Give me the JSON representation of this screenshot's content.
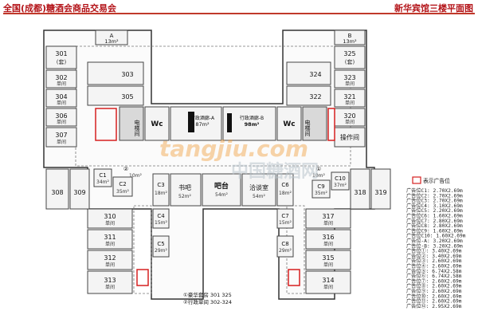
{
  "header": {
    "left_title": "全国(成都)糖酒会商品交易会",
    "right_title": "新华宾馆三楼平面图"
  },
  "colors": {
    "accent": "#c0392b",
    "ad_marker": "#d62020",
    "watermark": "#f0a040"
  },
  "stairs_left": {
    "letter": "A",
    "area": "13m²"
  },
  "stairs_right": {
    "letter": "B",
    "area": "13m²"
  },
  "left_rooms": [
    {
      "num": "301",
      "sub": "(套)"
    },
    {
      "num": "302",
      "sub": "单间"
    },
    {
      "num": "304",
      "sub": "单间"
    },
    {
      "num": "306",
      "sub": "单间"
    },
    {
      "num": "307",
      "sub": "单间"
    }
  ],
  "right_rooms": [
    {
      "num": "325",
      "sub": "(套)"
    },
    {
      "num": "323",
      "sub": "单间"
    },
    {
      "num": "321",
      "sub": "单间"
    },
    {
      "num": "320",
      "sub": "单间"
    },
    {
      "num": "操作间",
      "sub": ""
    }
  ],
  "inner_left": [
    "303",
    "305"
  ],
  "inner_right": [
    "324",
    "322"
  ],
  "center": {
    "wc": "Wc",
    "elevator": "电梯间",
    "hall_a": "行政酒廊-A",
    "hall_a_area": "87m²",
    "hall_b": "行政酒廊-B",
    "hall_b_area": "98m²"
  },
  "mid_rooms": [
    {
      "name": "C1",
      "area": "34m²"
    },
    {
      "name": "C2",
      "area": "35m²"
    },
    {
      "name": "C3",
      "area": "18m²"
    },
    {
      "name": "书吧",
      "area": "52m²"
    },
    {
      "name": "吧台",
      "area": "54m²"
    },
    {
      "name": "洽谈室",
      "area": "54m²"
    },
    {
      "name": "C6",
      "area": "18m²"
    },
    {
      "name": "C9",
      "area": "35m²"
    },
    {
      "name": "C10",
      "area": "37m²"
    }
  ],
  "corner_rooms": [
    "308",
    "309",
    "318",
    "319"
  ],
  "wing_left": [
    {
      "num": "310",
      "sub": "单间"
    },
    {
      "num": "311",
      "sub": "单间"
    },
    {
      "num": "312",
      "sub": "单间"
    },
    {
      "num": "313",
      "sub": "单间"
    }
  ],
  "wing_right": [
    {
      "num": "317",
      "sub": "单间"
    },
    {
      "num": "316",
      "sub": "单间"
    },
    {
      "num": "315",
      "sub": "单间"
    },
    {
      "num": "314",
      "sub": "单间"
    }
  ],
  "wing_mid_left": [
    {
      "name": "C4",
      "area": "15m²"
    },
    {
      "name": "C5",
      "area": "29m²"
    }
  ],
  "wing_mid_right": [
    {
      "name": "C7",
      "area": "15m²"
    },
    {
      "name": "C8",
      "area": "29m²"
    }
  ],
  "small_markers": {
    "m2": "②",
    "m2_area": "10m²",
    "m1": "①",
    "m1_area": "10m²"
  },
  "notes": [
    "①豪华套房 301  325",
    "②行政单间 302-324"
  ],
  "legend": {
    "marker_text": "表示广告位",
    "items": [
      "广告位C1: 2.70X2.69m",
      "广告位C2: 2.70X2.69m",
      "广告位C3: 2.70X2.69m",
      "广告位C4: 3.10X2.69m",
      "广告位C5: 2.20X2.69m",
      "广告位C6: 1.60X2.69m",
      "广告位C7: 2.80X2.69m",
      "广告位C8: 2.80X2.69m",
      "广告位C9: 1.60X2.69m",
      "广告位C10: 1.60X2.69m",
      "广告位-A: 3.20X2.69m",
      "广告位-B: 3.20X2.69m",
      "广告位①: 3.40X2.69m",
      "广告位②: 3.40X2.69m",
      "广告位③: 2.60X2.69m",
      "广告位④: 2.60X2.69m",
      "广告位⑤: 6.74X2.58m",
      "广告位⑥: 6.74X2.58m",
      "广告位⑦: 2.60X2.69m",
      "广告位⑧: 2.60X2.69m",
      "广告位⑨: 2.60X2.69m",
      "广告位⑩: 2.60X2.69m",
      "广告位⑪: 2.60X2.69m",
      "广告位⑫: 2.95X2.69m"
    ]
  },
  "watermark": {
    "latin": "tangjiu.com",
    "chinese": "中国糖酒网"
  }
}
